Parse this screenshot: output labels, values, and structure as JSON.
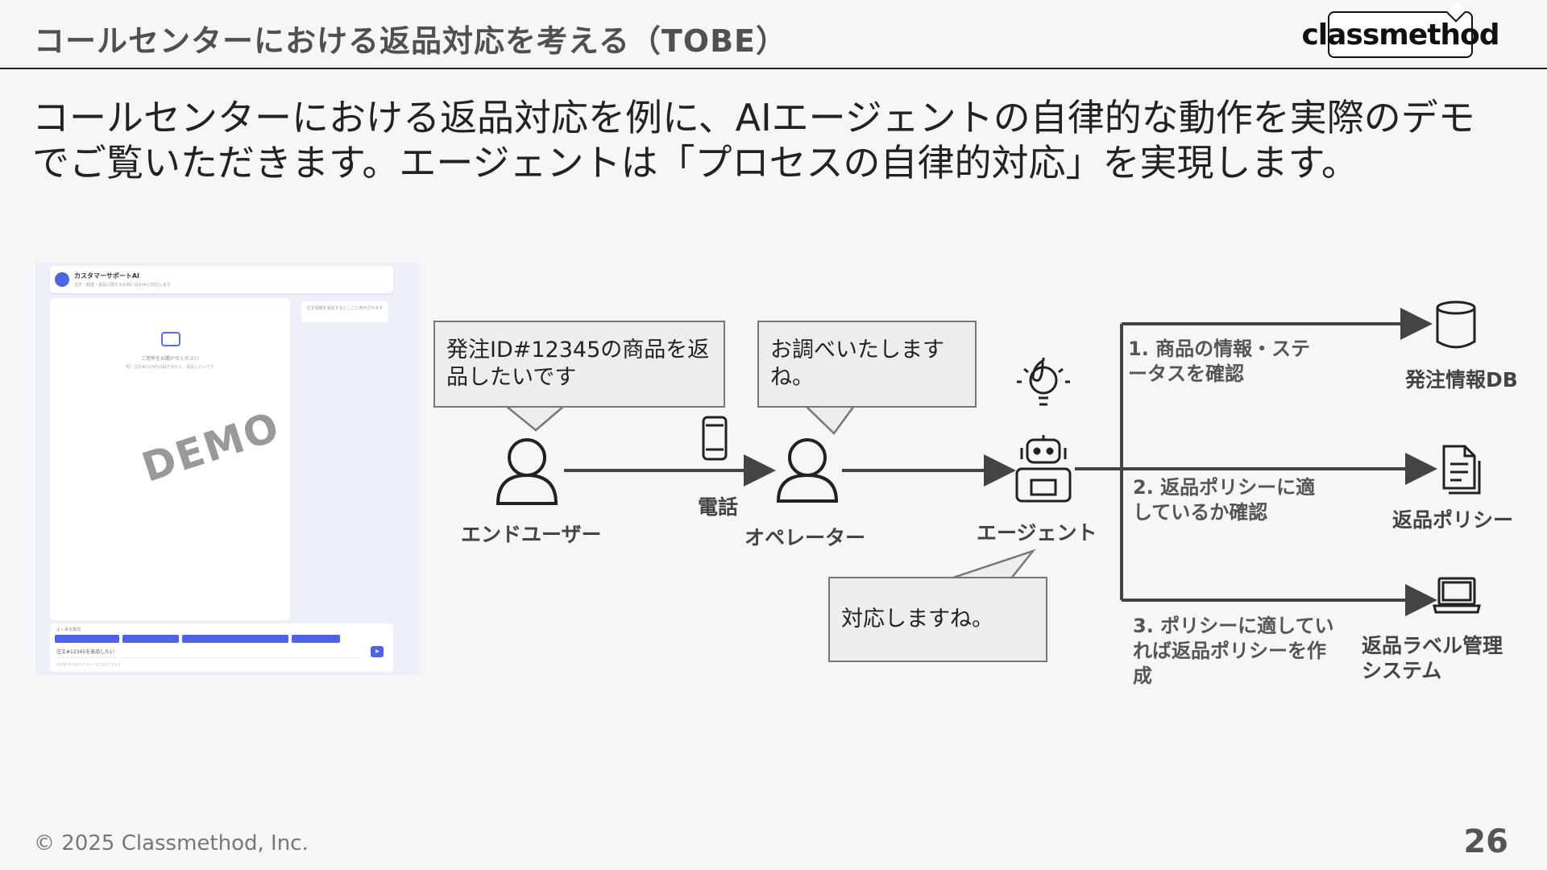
{
  "header": {
    "title": "コールセンターにおける返品対応を考える（TOBE）",
    "logo": "classmethod"
  },
  "lead": {
    "line1": "コールセンターにおける返品対応を例に、AIエージェントの自律的な動作を実際のデモ",
    "line2": "でご覧いただきます。エージェントは「プロセスの自律的対応」を実現します。"
  },
  "demo": {
    "app_title": "カスタマーサポートAI",
    "app_subtitle": "注文・配送・返品に関するお問い合わせに対応します",
    "welcome": "ご用件をお聞かせください",
    "welcome_sub": "例）注文#12345が届きません、返品したいです",
    "side_note": "注文情報を受信するとここに表示されます",
    "chips_label": "よくある質問",
    "input_value": "注文#12345を返品したい",
    "input_hint": "注文番号を含めるとスムーズに対応できます",
    "watermark": "DEMO"
  },
  "diagram": {
    "bubble_user": "発注ID#12345の商品を返品したいです",
    "bubble_operator": "お調べいたしますね。",
    "bubble_agent": "対応しますね。",
    "actor_user": "エンドユーザー",
    "actor_operator": "オペレーター",
    "actor_agent": "エージェント",
    "phone_label": "電話",
    "steps": [
      "1. 商品の情報・ステータスを確認",
      "2. 返品ポリシーに適しているか確認",
      "3. ポリシーに適していれば返品ポリシーを作成"
    ],
    "targets": [
      {
        "label": "発注情報DB",
        "icon": "database-icon"
      },
      {
        "label": "返品ポリシー",
        "icon": "document-icon"
      },
      {
        "label": "返品ラベル管理システム",
        "icon": "laptop-icon"
      }
    ]
  },
  "footer": {
    "copyright": "© 2025 Classmethod, Inc.",
    "page": "26"
  }
}
